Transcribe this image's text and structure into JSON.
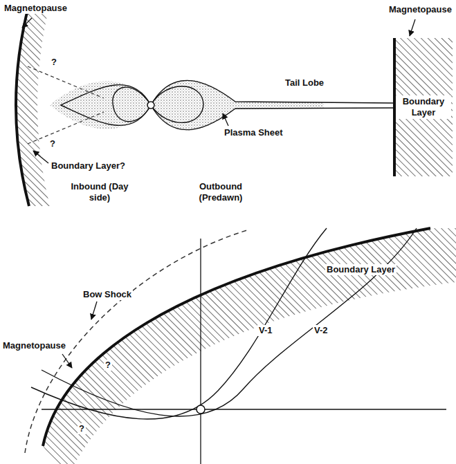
{
  "diagram": {
    "nodes": [
      {
        "text": [
          "Boundary Layer"
        ]
      }
    ],
    "labels": [
      "Magnetopause",
      "?",
      "?",
      "Boundary Layer?",
      "Inbound (Day side)",
      "Tail Lobe",
      "Plasma Sheet",
      "Outbound (Predawn)",
      "Magnetopause",
      "Bow Shock",
      "Magnetopause",
      "Boundary Layer",
      "V-1",
      "V-2",
      "?",
      "?"
    ]
  }
}
